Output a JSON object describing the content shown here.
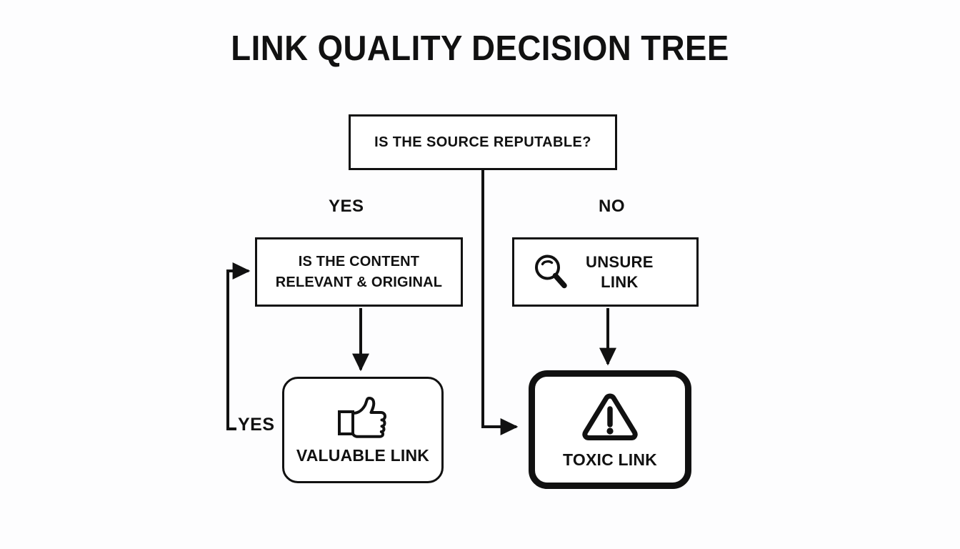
{
  "page": {
    "title": "LINK QUALITY DECISION TREE",
    "background_color": "#fdfdfe",
    "ink_color": "#111111"
  },
  "diagram": {
    "type": "decision-tree",
    "nodes": [
      {
        "id": "root",
        "shape": "rectangle",
        "label": "IS THE SOURCE REPUTABLE?",
        "icon": null
      },
      {
        "id": "content",
        "shape": "rectangle",
        "label_line_1": "IS THE CONTENT",
        "label_line_2": "RELEVANT & ORIGINAL",
        "icon": null
      },
      {
        "id": "unsure",
        "shape": "rectangle",
        "label_line_1": "UNSURE",
        "label_line_2": "LINK",
        "icon": "magnifier-icon"
      },
      {
        "id": "valuable",
        "shape": "rounded-rectangle",
        "label": "VALUABLE LINK",
        "icon": "thumbs-up-icon"
      },
      {
        "id": "toxic",
        "shape": "rounded-rectangle-heavy",
        "label": "TOXIC LINK",
        "icon": "warning-triangle-icon"
      }
    ],
    "edges": [
      {
        "id": "root-yes",
        "from": "root",
        "to": "content",
        "label": "YES"
      },
      {
        "id": "root-no",
        "from": "root",
        "to": "unsure",
        "label": "NO"
      },
      {
        "id": "root-center",
        "from": "root",
        "to": "toxic",
        "label": ""
      },
      {
        "id": "content-down",
        "from": "content",
        "to": "valuable",
        "label": ""
      },
      {
        "id": "unsure-down",
        "from": "unsure",
        "to": "toxic",
        "label": ""
      },
      {
        "id": "valuable-loop",
        "from": "valuable",
        "to": "content",
        "label": "YES"
      }
    ],
    "labels": {
      "yes_top": "YES",
      "no_top": "NO",
      "yes_loop": "YES"
    }
  }
}
